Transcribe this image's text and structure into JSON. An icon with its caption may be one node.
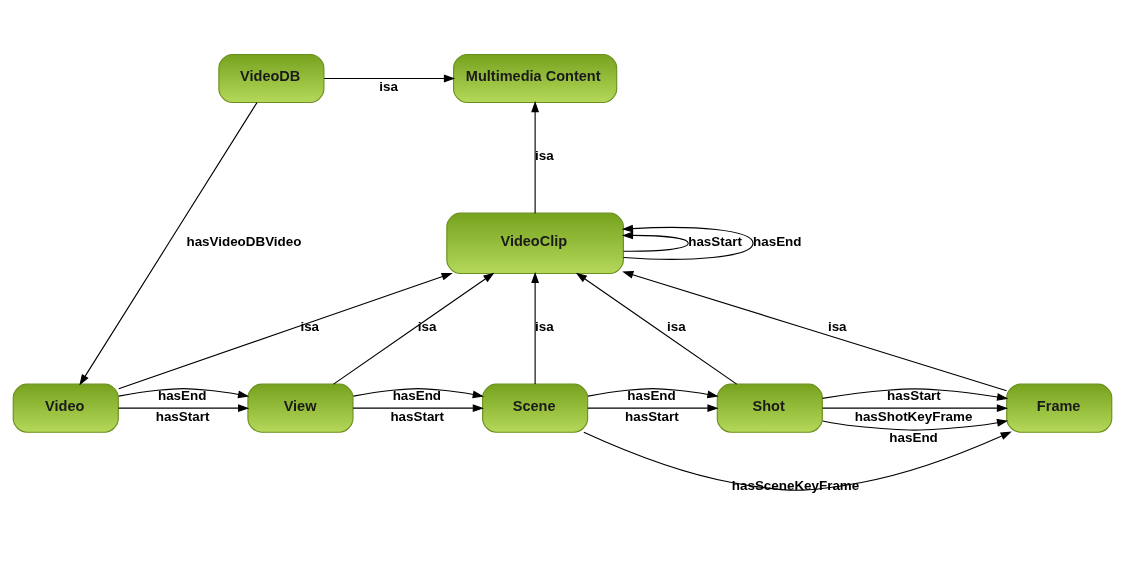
{
  "diagram": {
    "nodes": [
      {
        "text": [
          "VideoDB"
        ]
      },
      {
        "text": [
          "Multimedia Content"
        ]
      },
      {
        "text": [
          "VideoClip"
        ]
      },
      {
        "text": [
          "Video"
        ]
      },
      {
        "text": [
          "View"
        ]
      },
      {
        "text": [
          "Scene"
        ]
      },
      {
        "text": [
          "Shot"
        ]
      },
      {
        "text": [
          "Frame"
        ]
      }
    ],
    "edges": [
      {
        "from": 0,
        "to": 1,
        "arrow": "to",
        "label": "isa"
      },
      {
        "from": 2,
        "to": 1,
        "arrow": "to",
        "label": "isa"
      },
      {
        "from": 0,
        "to": 3,
        "arrow": "to",
        "label": "hasVideoDBVideo"
      },
      {
        "from": 3,
        "to": 2,
        "arrow": "to",
        "label": "isa"
      },
      {
        "from": 4,
        "to": 2,
        "arrow": "to",
        "label": "isa"
      },
      {
        "from": 2,
        "to": 2,
        "arrow": "to",
        "label": "hasStart"
      },
      {
        "from": 2,
        "to": 2,
        "arrow": "to",
        "label": "hasEnd"
      },
      {
        "from": 5,
        "to": 2,
        "arrow": "to",
        "label": "isa"
      },
      {
        "from": 6,
        "to": 2,
        "arrow": "to",
        "label": "isa"
      },
      {
        "from": 7,
        "to": 2,
        "arrow": "to",
        "label": "isa"
      },
      {
        "from": 3,
        "to": 4,
        "arrow": "to",
        "label": "hasStart"
      },
      {
        "from": 3,
        "to": 4,
        "arrow": "to",
        "label": "hasEnd"
      },
      {
        "from": 4,
        "to": 5,
        "arrow": "to",
        "label": "hasStart"
      },
      {
        "from": 4,
        "to": 5,
        "arrow": "to",
        "label": "hasEnd"
      },
      {
        "from": 5,
        "to": 6,
        "arrow": "to",
        "label": "hasStart"
      },
      {
        "from": 5,
        "to": 6,
        "arrow": "to",
        "label": "hasEnd"
      },
      {
        "from": 6,
        "to": 7,
        "arrow": "to",
        "label": "hasShotKeyFrame"
      },
      {
        "from": 6,
        "to": 7,
        "arrow": "to",
        "label": "hasStart"
      },
      {
        "from": 6,
        "to": 7,
        "arrow": "to",
        "label": "hasEnd"
      },
      {
        "from": 5,
        "to": 7,
        "arrow": "to",
        "label": "hasSceneKeyFrame"
      }
    ]
  }
}
